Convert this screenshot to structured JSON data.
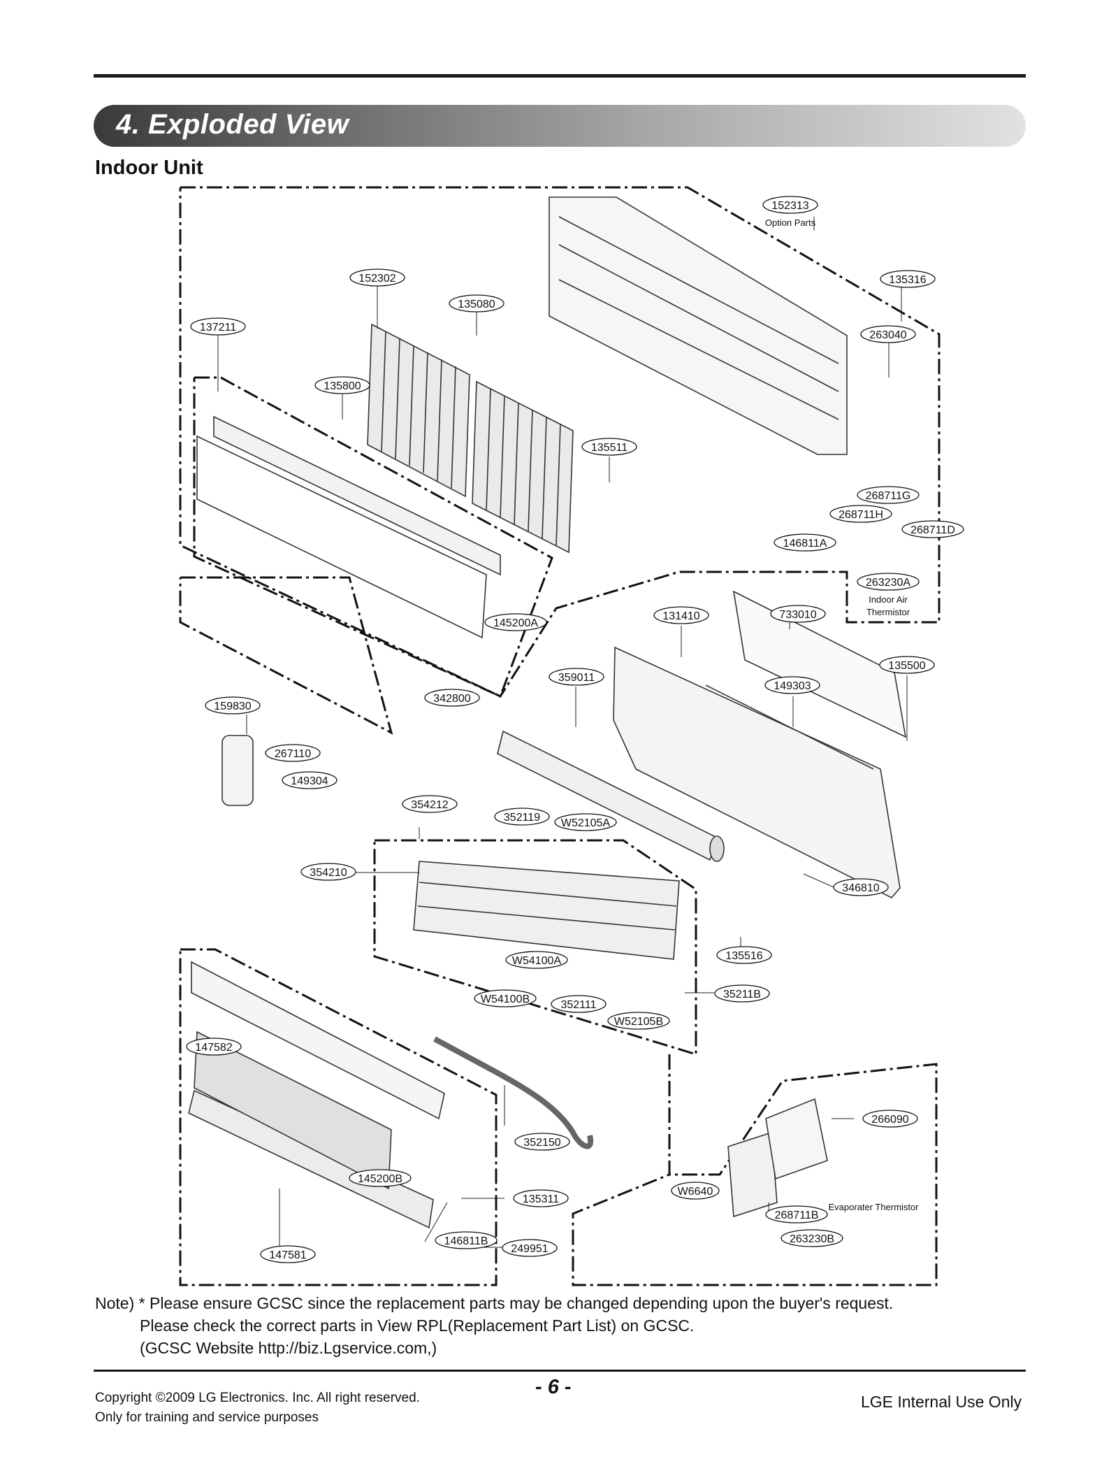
{
  "header": {
    "section_heading": "4. Exploded View",
    "subheading": "Indoor Unit"
  },
  "parts": [
    {
      "id": "152313",
      "note": "Option Parts"
    },
    {
      "id": "152302"
    },
    {
      "id": "135316"
    },
    {
      "id": "135080"
    },
    {
      "id": "137211"
    },
    {
      "id": "263040"
    },
    {
      "id": "135800"
    },
    {
      "id": "135511"
    },
    {
      "id": "268711G"
    },
    {
      "id": "268711H"
    },
    {
      "id": "268711D"
    },
    {
      "id": "146811A"
    },
    {
      "id": "263230A",
      "note": "Indoor Air Thermistor"
    },
    {
      "id": "131410"
    },
    {
      "id": "733010"
    },
    {
      "id": "145200A"
    },
    {
      "id": "135500"
    },
    {
      "id": "359011"
    },
    {
      "id": "149303"
    },
    {
      "id": "342800"
    },
    {
      "id": "159830"
    },
    {
      "id": "267110"
    },
    {
      "id": "149304"
    },
    {
      "id": "354212"
    },
    {
      "id": "352119"
    },
    {
      "id": "W52105A"
    },
    {
      "id": "354210"
    },
    {
      "id": "346810"
    },
    {
      "id": "135516"
    },
    {
      "id": "W54100A"
    },
    {
      "id": "35211B"
    },
    {
      "id": "W54100B"
    },
    {
      "id": "352111"
    },
    {
      "id": "W52105B"
    },
    {
      "id": "147582"
    },
    {
      "id": "266090"
    },
    {
      "id": "352150"
    },
    {
      "id": "145200B"
    },
    {
      "id": "W6640"
    },
    {
      "id": "135311"
    },
    {
      "id": "268711B",
      "note": "Evaporater Thermistor"
    },
    {
      "id": "146811B"
    },
    {
      "id": "249951"
    },
    {
      "id": "263230B"
    },
    {
      "id": "147581"
    }
  ],
  "notes": [
    "Note) * Please ensure GCSC since the replacement parts may be changed depending upon the buyer's request.",
    "Please check  the correct parts in View RPL(Replacement Part List) on GCSC.",
    "(GCSC Website  http://biz.Lgservice.com,)"
  ],
  "footer": {
    "copyright": "Copyright ©2009 LG Electronics. Inc. All right reserved.",
    "training": "Only for training and service purposes",
    "page_number": "- 6 -",
    "internal": "LGE Internal Use Only"
  }
}
